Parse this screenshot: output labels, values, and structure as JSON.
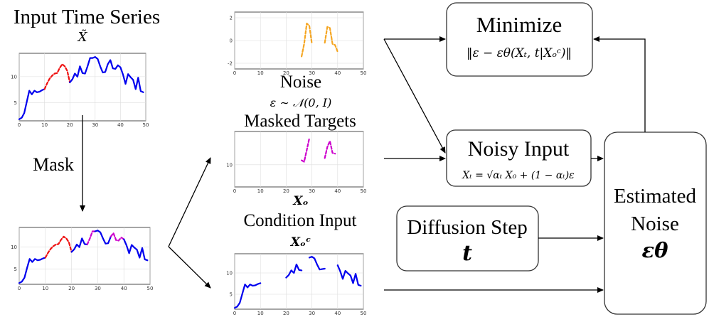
{
  "input_panel": {
    "title": "Input Time Series",
    "symbol": "X̃"
  },
  "mask_label": "Mask",
  "noise": {
    "title": "Noise",
    "formula": "ε ∼ 𝒩(0, I)"
  },
  "masked_targets": {
    "title": "Masked Targets",
    "symbol": "Xₒ"
  },
  "condition_input": {
    "title": "Condition Input",
    "symbol": "Xₒᶜ"
  },
  "minimize_box": {
    "title": "Minimize",
    "formula": "‖ε − εθ(Xₜ, t|Xₒᶜ)‖"
  },
  "noisy_input_box": {
    "title": "Noisy Input",
    "formula": "Xₜ = √αₜ X₀ + (1 − αₜ)ε"
  },
  "diffusion_step_box": {
    "title": "Diffusion Step",
    "symbol": "t"
  },
  "estimated_noise_box": {
    "line1": "Estimated",
    "line2": "Noise",
    "symbol": "εθ"
  },
  "colors": {
    "series": "#0000ee",
    "masked_red": "#ee1111",
    "masked_magenta": "#cc00cc",
    "noise_orange": "#f5a623",
    "grid": "#dddddd",
    "box_border": "#333333"
  },
  "chart_data": [
    {
      "id": "input-series",
      "type": "line",
      "x_ticks": [
        "0",
        "10",
        "20",
        "30",
        "40",
        "50"
      ],
      "y_ticks": [
        "5",
        "10"
      ],
      "xlim": [
        0,
        50
      ],
      "ylim": [
        1.5,
        14.5
      ],
      "grid": true,
      "series": [
        {
          "style": "solid",
          "color": "blue",
          "points": [
            [
              0,
              1.8
            ],
            [
              1,
              2.1
            ],
            [
              2,
              3
            ],
            [
              3,
              5.2
            ],
            [
              4,
              7.3
            ],
            [
              5,
              6.6
            ],
            [
              6,
              7.3
            ],
            [
              7,
              7
            ],
            [
              8,
              7.1
            ],
            [
              9,
              7.4
            ],
            [
              10,
              7.6
            ]
          ]
        },
        {
          "style": "dashed",
          "color": "red",
          "points": [
            [
              10,
              7.6
            ],
            [
              11,
              8.7
            ],
            [
              12,
              9.6
            ],
            [
              13,
              10.2
            ],
            [
              14,
              10.6
            ],
            [
              15,
              10.7
            ],
            [
              16,
              11.7
            ],
            [
              17,
              12.4
            ],
            [
              18,
              12
            ],
            [
              19,
              11.1
            ],
            [
              20,
              8.9
            ]
          ]
        },
        {
          "style": "solid",
          "color": "blue",
          "points": [
            [
              20,
              8.9
            ],
            [
              21,
              9.5
            ],
            [
              22,
              10.6
            ],
            [
              23,
              10
            ],
            [
              24,
              12
            ],
            [
              25,
              10.7
            ],
            [
              26,
              10.6
            ],
            [
              27,
              12
            ],
            [
              28,
              13.6
            ],
            [
              29,
              13.6
            ],
            [
              30,
              13.8
            ],
            [
              31,
              13.4
            ],
            [
              32,
              12
            ],
            [
              33,
              10.8
            ],
            [
              34,
              10.9
            ],
            [
              35,
              12.4
            ],
            [
              36,
              13.2
            ],
            [
              37,
              11.6
            ],
            [
              38,
              11.5
            ],
            [
              39,
              12.2
            ],
            [
              40,
              11.8
            ],
            [
              41,
              10.4
            ],
            [
              42,
              8.6
            ],
            [
              43,
              10.5
            ],
            [
              44,
              9.9
            ],
            [
              45,
              9.4
            ],
            [
              46,
              7.6
            ],
            [
              47,
              9.8
            ],
            [
              48,
              7.2
            ],
            [
              49,
              7
            ]
          ]
        }
      ]
    },
    {
      "id": "masked-series",
      "type": "line",
      "x_ticks": [
        "0",
        "10",
        "20",
        "30",
        "40",
        "50"
      ],
      "y_ticks": [
        "5",
        "10"
      ],
      "xlim": [
        0,
        50
      ],
      "ylim": [
        1.5,
        14.5
      ],
      "grid": true,
      "series": [
        {
          "style": "solid",
          "color": "blue",
          "points": [
            [
              0,
              1.8
            ],
            [
              1,
              2.1
            ],
            [
              2,
              3
            ],
            [
              3,
              5.2
            ],
            [
              4,
              7.3
            ],
            [
              5,
              6.6
            ],
            [
              6,
              7.3
            ],
            [
              7,
              7
            ],
            [
              8,
              7.1
            ],
            [
              9,
              7.4
            ],
            [
              10,
              7.6
            ]
          ]
        },
        {
          "style": "dashed",
          "color": "red",
          "points": [
            [
              10,
              7.6
            ],
            [
              11,
              8.7
            ],
            [
              12,
              9.6
            ],
            [
              13,
              10.2
            ],
            [
              14,
              10.6
            ],
            [
              15,
              10.7
            ],
            [
              16,
              11.7
            ],
            [
              17,
              12.4
            ],
            [
              18,
              12
            ],
            [
              19,
              11.1
            ],
            [
              20,
              8.9
            ]
          ]
        },
        {
          "style": "solid",
          "color": "blue",
          "points": [
            [
              20,
              8.9
            ],
            [
              21,
              9.5
            ],
            [
              22,
              10.6
            ],
            [
              23,
              10
            ],
            [
              24,
              12
            ],
            [
              25,
              10.7
            ],
            [
              26,
              10.6
            ]
          ]
        },
        {
          "style": "dashed",
          "color": "magenta",
          "points": [
            [
              26,
              10.6
            ],
            [
              27,
              12
            ],
            [
              28,
              13.6
            ],
            [
              29,
              13.6
            ]
          ]
        },
        {
          "style": "solid",
          "color": "blue",
          "points": [
            [
              29,
              13.6
            ],
            [
              30,
              13.8
            ],
            [
              31,
              13.4
            ],
            [
              32,
              12
            ],
            [
              33,
              10.8
            ],
            [
              34,
              10.9
            ],
            [
              35,
              12.4
            ]
          ]
        },
        {
          "style": "dashed",
          "color": "magenta",
          "points": [
            [
              35,
              12.4
            ],
            [
              36,
              13.2
            ],
            [
              37,
              11.6
            ],
            [
              38,
              11.5
            ],
            [
              39,
              12.2
            ],
            [
              40,
              11.8
            ]
          ]
        },
        {
          "style": "solid",
          "color": "blue",
          "points": [
            [
              40,
              11.8
            ],
            [
              41,
              10.4
            ],
            [
              42,
              8.6
            ],
            [
              43,
              10.5
            ],
            [
              44,
              9.9
            ],
            [
              45,
              9.4
            ],
            [
              46,
              7.6
            ],
            [
              47,
              9.8
            ],
            [
              48,
              7.2
            ],
            [
              49,
              7
            ]
          ]
        }
      ]
    },
    {
      "id": "noise-series",
      "type": "line",
      "x_ticks": [
        "0",
        "10",
        "20",
        "30",
        "40",
        "50"
      ],
      "y_ticks": [
        "2",
        "0",
        "-2"
      ],
      "xlim": [
        0,
        50
      ],
      "ylim": [
        -2.5,
        2.5
      ],
      "grid": true,
      "series": [
        {
          "style": "dashed",
          "color": "orange",
          "points": [
            [
              26,
              -1.4
            ],
            [
              27,
              -0.3
            ],
            [
              28,
              1.5
            ],
            [
              29,
              1.3
            ],
            [
              30,
              -0.3
            ]
          ]
        },
        {
          "style": "dashed",
          "color": "orange",
          "points": [
            [
              35,
              -0.2
            ],
            [
              36,
              1.2
            ],
            [
              37,
              1.1
            ],
            [
              38,
              -0.3
            ],
            [
              39,
              -0.4
            ],
            [
              40,
              -1
            ]
          ]
        }
      ]
    },
    {
      "id": "masked-targets",
      "type": "line",
      "x_ticks": [
        "0",
        "10",
        "20",
        "30",
        "40",
        "50"
      ],
      "y_ticks": [
        "10"
      ],
      "xlim": [
        0,
        50
      ],
      "ylim": [
        7,
        14.5
      ],
      "grid": true,
      "series": [
        {
          "style": "dashed",
          "color": "magenta",
          "points": [
            [
              26,
              10.6
            ],
            [
              27,
              10.4
            ],
            [
              28,
              12
            ],
            [
              29,
              13.6
            ]
          ]
        },
        {
          "style": "dashed",
          "color": "magenta",
          "points": [
            [
              35,
              10.9
            ],
            [
              36,
              12.4
            ],
            [
              37,
              13.2
            ],
            [
              38,
              11.6
            ],
            [
              39,
              11.5
            ]
          ]
        }
      ]
    },
    {
      "id": "condition-series",
      "type": "line",
      "x_ticks": [
        "0",
        "10",
        "20",
        "30",
        "40",
        "50"
      ],
      "y_ticks": [
        "5",
        "10"
      ],
      "xlim": [
        0,
        50
      ],
      "ylim": [
        1.5,
        14.5
      ],
      "grid": true,
      "series": [
        {
          "style": "solid",
          "color": "blue",
          "points": [
            [
              0,
              1.8
            ],
            [
              1,
              2.1
            ],
            [
              2,
              3
            ],
            [
              3,
              5.2
            ],
            [
              4,
              7.3
            ],
            [
              5,
              6.6
            ],
            [
              6,
              7.3
            ],
            [
              7,
              7
            ],
            [
              8,
              7.1
            ],
            [
              9,
              7.4
            ],
            [
              10,
              7.6
            ]
          ]
        },
        {
          "style": "solid",
          "color": "blue",
          "points": [
            [
              20,
              8.9
            ],
            [
              21,
              9.5
            ],
            [
              22,
              10.6
            ],
            [
              23,
              10
            ],
            [
              24,
              12
            ],
            [
              25,
              10.7
            ],
            [
              26,
              10.6
            ]
          ]
        },
        {
          "style": "solid",
          "color": "blue",
          "points": [
            [
              29,
              13.6
            ],
            [
              30,
              13.8
            ],
            [
              31,
              13.4
            ],
            [
              32,
              12
            ],
            [
              33,
              10.8
            ],
            [
              34,
              10.9
            ],
            [
              35,
              11
            ]
          ]
        },
        {
          "style": "solid",
          "color": "blue",
          "points": [
            [
              40,
              11.8
            ],
            [
              41,
              10.4
            ],
            [
              42,
              8.6
            ],
            [
              43,
              10.5
            ],
            [
              44,
              9.9
            ],
            [
              45,
              9.4
            ],
            [
              46,
              7.6
            ],
            [
              47,
              9.8
            ],
            [
              48,
              7.2
            ],
            [
              49,
              7
            ]
          ]
        }
      ]
    }
  ]
}
